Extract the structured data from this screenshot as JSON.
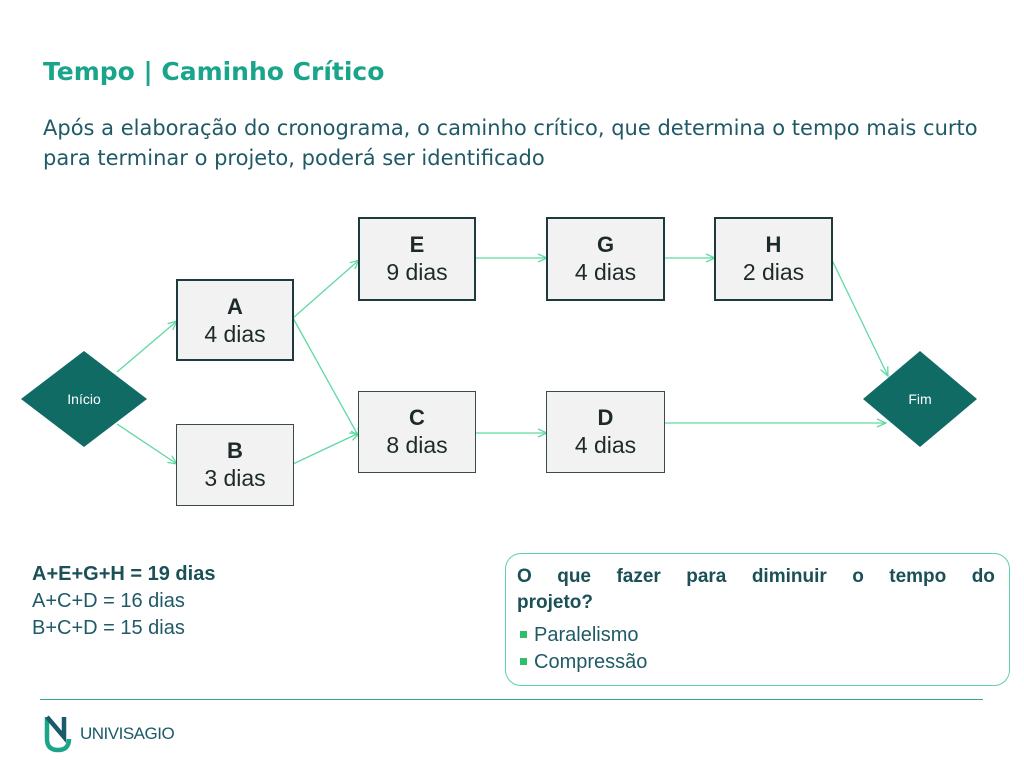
{
  "slide": {
    "title": "Tempo | Caminho Crítico",
    "intro": "Após a elaboração do cronograma, o caminho crítico, que determina o tempo mais curto para terminar o projeto, poderá ser identificado"
  },
  "network": {
    "start_label": "Início",
    "end_label": "Fim",
    "tasks": {
      "A": {
        "id": "A",
        "duration": "4 dias"
      },
      "B": {
        "id": "B",
        "duration": "3 dias"
      },
      "C": {
        "id": "C",
        "duration": "8 dias"
      },
      "D": {
        "id": "D",
        "duration": "4 dias"
      },
      "E": {
        "id": "E",
        "duration": "9 dias"
      },
      "G": {
        "id": "G",
        "duration": "4 dias"
      },
      "H": {
        "id": "H",
        "duration": "2 dias"
      }
    },
    "colors": {
      "diamond": "#0f6b63",
      "arrow": "#5fd9a2"
    }
  },
  "paths": [
    "A+E+G+H = 19 dias",
    "A+C+D = 16 dias",
    "B+C+D = 15 dias"
  ],
  "callout": {
    "question_line1_words": [
      "O",
      "que",
      "fazer",
      "para",
      "diminuir",
      "o",
      "tempo",
      "do"
    ],
    "question_line2": "projeto?",
    "items": [
      "Paralelismo",
      "Compressão"
    ]
  },
  "logo": {
    "text": "UNIVISAGIO",
    "icon": "univisagio-logo-icon"
  }
}
